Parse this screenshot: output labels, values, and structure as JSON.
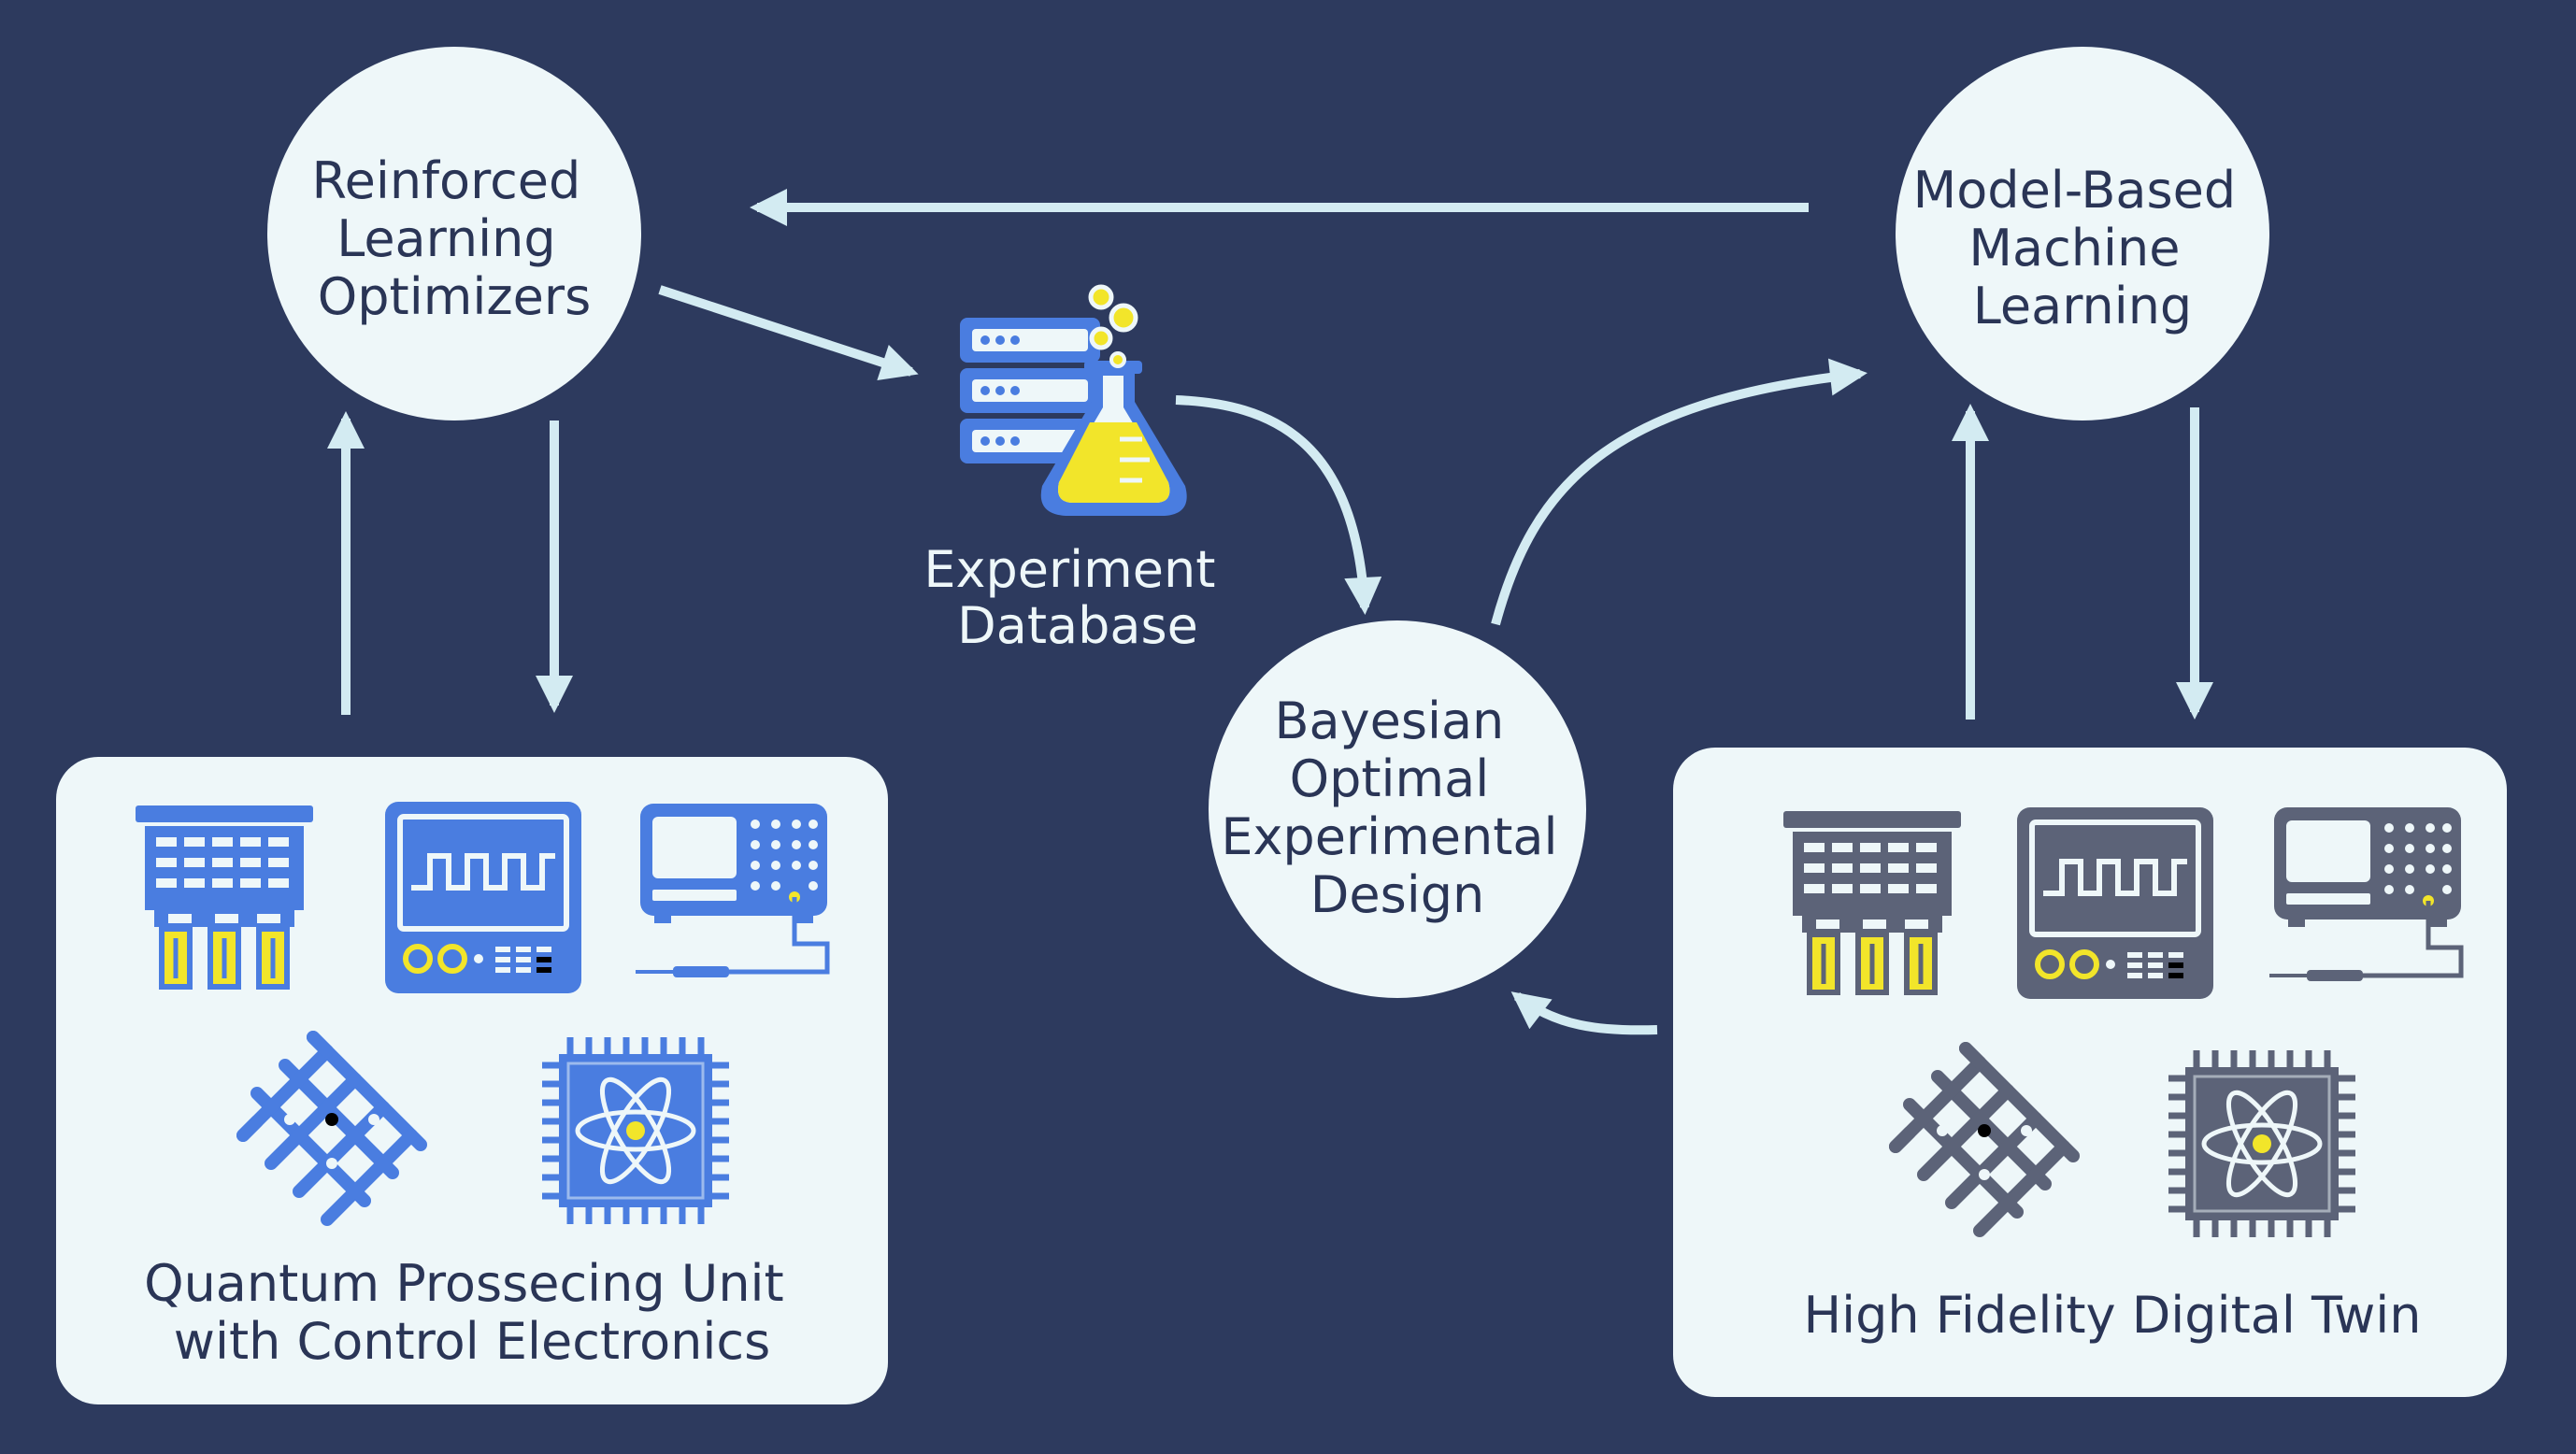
{
  "colors": {
    "background": "#2d3a5e",
    "node_fill": "#eef7f9",
    "arrow": "#d3ebf2",
    "text_dark": "#2a3556",
    "blue_icon": "#4a7de0",
    "grey_icon": "#5c6378",
    "yellow": "#f2e52a"
  },
  "nodes": {
    "rl": {
      "lines": [
        "Reinforced",
        "Learning",
        "Optimizers"
      ]
    },
    "mbml": {
      "lines": [
        "Model-Based",
        "Machine",
        "Learning"
      ]
    },
    "boed": {
      "lines": [
        "Bayesian",
        "Optimal",
        "Experimental",
        "Design"
      ]
    }
  },
  "database": {
    "lines": [
      "Experiment",
      "Database"
    ],
    "icon": "database-flask-icon"
  },
  "boxes": {
    "qpu": {
      "lines": [
        "Quantum Prossecing Unit",
        "with Control Electronics"
      ],
      "icons": [
        "qubit-chip-icon",
        "oscilloscope-icon",
        "signal-generator-icon",
        "qubit-lattice-icon",
        "quantum-processor-icon"
      ]
    },
    "twin": {
      "lines": [
        "High Fidelity Digital Twin"
      ],
      "icons": [
        "qubit-chip-icon",
        "oscilloscope-icon",
        "signal-generator-icon",
        "qubit-lattice-icon",
        "quantum-processor-icon"
      ]
    }
  }
}
